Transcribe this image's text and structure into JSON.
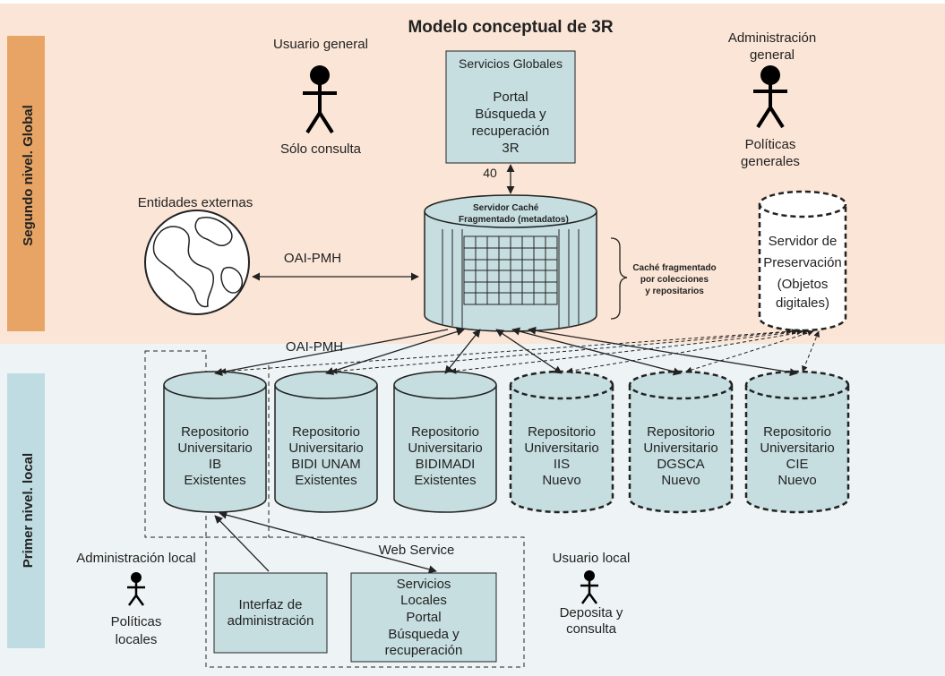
{
  "title": "Modelo conceptual de 3R",
  "colors": {
    "global_bg": "#fbe5d6",
    "local_bg": "#eef4f5",
    "global_band": "#e8a465",
    "local_band": "#bfdce3",
    "box_fill": "#c6dee0",
    "stroke": "#222222"
  },
  "bands": {
    "global": "Segundo nivel. Global",
    "local": "Primer nivel. local"
  },
  "actors": {
    "general_user": {
      "title": "Usuario general",
      "caption": "Sólo consulta"
    },
    "general_admin": {
      "title": [
        "Administración",
        "general"
      ],
      "caption": [
        "Políticas",
        "generales"
      ]
    },
    "local_admin": {
      "title": "Administración local",
      "caption": [
        "Políticas",
        "locales"
      ]
    },
    "local_user": {
      "title": "Usuario local",
      "caption": [
        "Deposita y",
        "consulta"
      ]
    }
  },
  "global_services": {
    "header": "Servicios Globales",
    "lines": [
      "Portal",
      "Búsqueda y",
      "recuperación",
      "3R"
    ]
  },
  "link_number": "40",
  "external": {
    "label": "Entidades externas",
    "icon": "globe-icon"
  },
  "protocol_labels": {
    "external": "OAI-PMH",
    "repositories": "OAI-PMH"
  },
  "cache_server": {
    "label": [
      "Servidor Caché",
      "Fragmentado (metadatos)"
    ],
    "brace_note": [
      "Caché fragmentado",
      "por colecciones",
      "y repositarios"
    ]
  },
  "preservation_server": {
    "lines": [
      "Servidor de",
      "Preservación",
      "(Objetos",
      "digitales)"
    ]
  },
  "repositories": [
    {
      "lines": [
        "Repositorio",
        "Universitario",
        "IB",
        "Existentes"
      ],
      "state": "existing"
    },
    {
      "lines": [
        "Repositorio",
        "Universitario",
        "BIDI UNAM",
        "Existentes"
      ],
      "state": "existing"
    },
    {
      "lines": [
        "Repositorio",
        "Universitario",
        "BIDIMADI",
        "Existentes"
      ],
      "state": "existing"
    },
    {
      "lines": [
        "Repositorio",
        "Universitario",
        "IIS",
        "Nuevo"
      ],
      "state": "new"
    },
    {
      "lines": [
        "Repositorio",
        "Universitario",
        "DGSCA",
        "Nuevo"
      ],
      "state": "new"
    },
    {
      "lines": [
        "Repositorio",
        "Universitario",
        "CIE",
        "Nuevo"
      ],
      "state": "new"
    }
  ],
  "web_service": "Web Service",
  "admin_interface": {
    "lines": [
      "Interfaz de",
      "administración"
    ]
  },
  "local_services": {
    "lines": [
      "Servicios",
      "Locales",
      "Portal",
      "Búsqueda y",
      "recuperación"
    ]
  }
}
